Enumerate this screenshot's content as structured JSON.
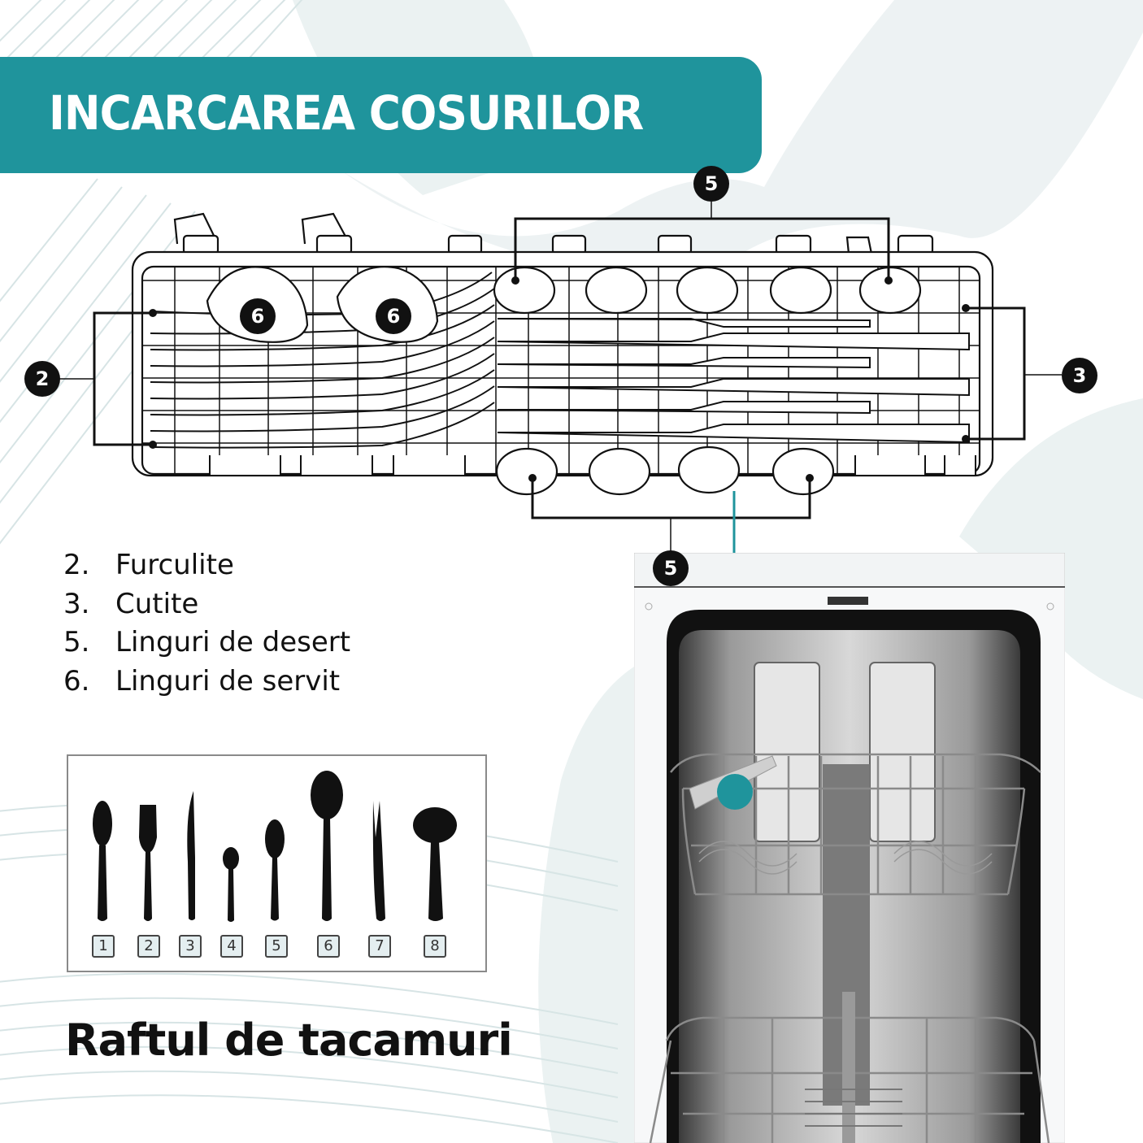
{
  "header": {
    "title": "INCARCAREA COSURILOR"
  },
  "colors": {
    "accent": "#1f949c",
    "background_wave": "#d7e4e5",
    "marker": "#111111",
    "text": "#111111"
  },
  "callouts": [
    {
      "id": "callout-2",
      "label": "2"
    },
    {
      "id": "callout-3",
      "label": "3"
    },
    {
      "id": "callout-5-top",
      "label": "5"
    },
    {
      "id": "callout-5-bottom",
      "label": "5"
    },
    {
      "id": "callout-6-left",
      "label": "6"
    },
    {
      "id": "callout-6-right",
      "label": "6"
    }
  ],
  "legend": {
    "items": [
      {
        "number": "2.",
        "label": "Furculite"
      },
      {
        "number": "3.",
        "label": "Cutite"
      },
      {
        "number": "5.",
        "label": "Linguri de desert"
      },
      {
        "number": "6.",
        "label": "Linguri de servit"
      }
    ]
  },
  "cutlery_icons": {
    "items": [
      {
        "number": "1",
        "icon": "spoon-icon"
      },
      {
        "number": "2",
        "icon": "fork-icon"
      },
      {
        "number": "3",
        "icon": "knife-icon"
      },
      {
        "number": "4",
        "icon": "teaspoon-icon"
      },
      {
        "number": "5",
        "icon": "dessert-spoon-icon"
      },
      {
        "number": "6",
        "icon": "serving-spoon-icon"
      },
      {
        "number": "7",
        "icon": "serving-fork-icon"
      },
      {
        "number": "8",
        "icon": "ladle-icon"
      }
    ]
  },
  "footer": {
    "subtitle": "Raftul de tacamuri"
  }
}
